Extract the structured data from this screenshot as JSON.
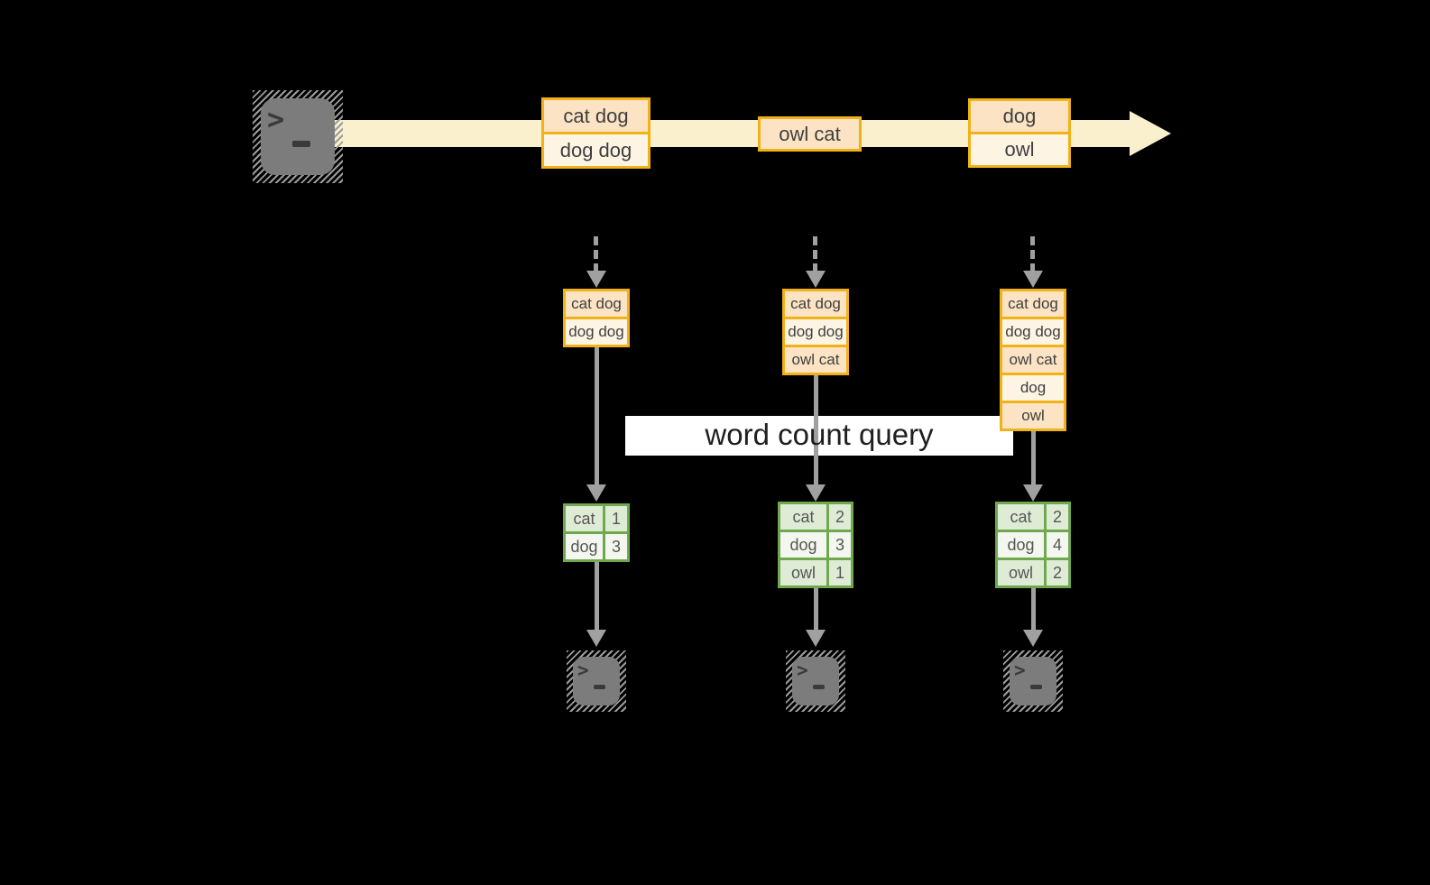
{
  "query": {
    "label": "word count query"
  },
  "stream": {
    "source_icon": "terminal-icon",
    "boxes": [
      {
        "rows": [
          "cat dog",
          "dog dog"
        ]
      },
      {
        "rows": [
          "owl cat"
        ]
      },
      {
        "rows": [
          "dog",
          "owl"
        ]
      }
    ]
  },
  "columns": [
    {
      "state_rows": [
        "cat dog",
        "dog dog"
      ],
      "counts": [
        {
          "word": "cat",
          "count": "1"
        },
        {
          "word": "dog",
          "count": "3"
        }
      ],
      "sink_icon": "terminal-icon"
    },
    {
      "state_rows": [
        "cat dog",
        "dog dog",
        "owl cat"
      ],
      "counts": [
        {
          "word": "cat",
          "count": "2"
        },
        {
          "word": "dog",
          "count": "3"
        },
        {
          "word": "owl",
          "count": "1"
        }
      ],
      "sink_icon": "terminal-icon"
    },
    {
      "state_rows": [
        "cat dog",
        "dog dog",
        "owl cat",
        "dog",
        "owl"
      ],
      "counts": [
        {
          "word": "cat",
          "count": "2"
        },
        {
          "word": "dog",
          "count": "4"
        },
        {
          "word": "owl",
          "count": "2"
        }
      ],
      "sink_icon": "terminal-icon"
    }
  ],
  "glyphs": {
    "prompt_chevron": ">"
  },
  "colors": {
    "background": "#000000",
    "stream_fill": "#FBF0CE",
    "box_border": "#F0B217",
    "box_fill_dark": "#FBE3C3",
    "box_fill_light": "#FDF4E4",
    "table_border": "#6FA84F",
    "table_fill_dark": "#DFECD5",
    "table_fill_light": "#F3F7EF",
    "arrow": "#A0A0A0",
    "terminal_fill": "#7C7C7C",
    "query_band": "#FFFFFF"
  }
}
